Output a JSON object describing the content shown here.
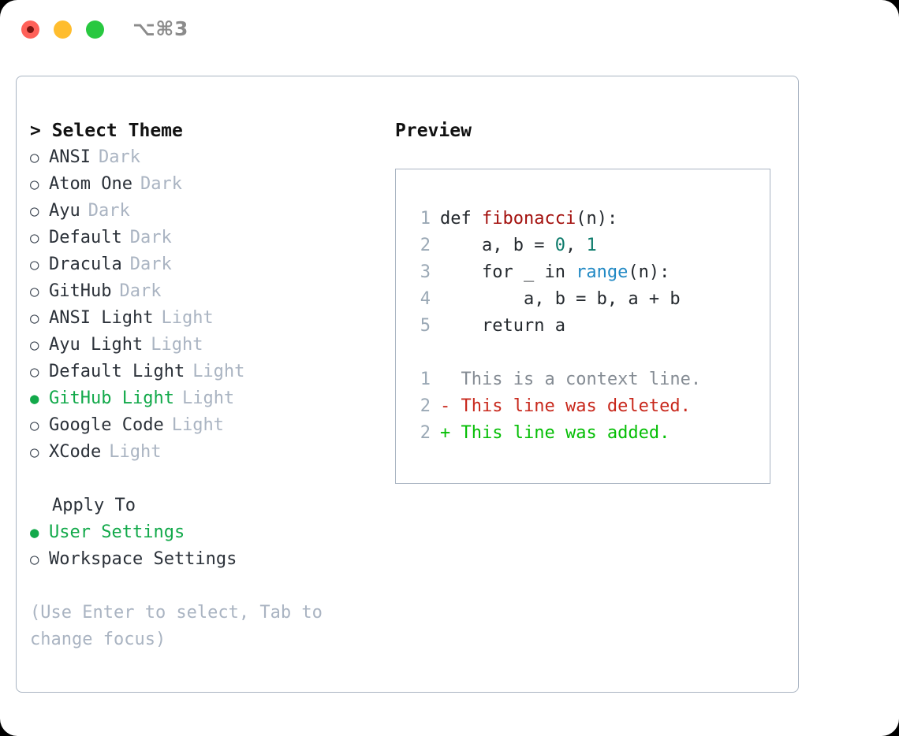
{
  "titlebar": {
    "shortcut": "⌥⌘3",
    "buttons": [
      {
        "name": "close",
        "color": "#ff6159"
      },
      {
        "name": "minimize",
        "color": "#ffbd2e"
      },
      {
        "name": "maximize",
        "color": "#28c840"
      }
    ]
  },
  "theme_picker": {
    "title": "> Select Theme",
    "options": [
      {
        "name": "ANSI",
        "category": "Dark",
        "selected": false
      },
      {
        "name": "Atom One",
        "category": "Dark",
        "selected": false
      },
      {
        "name": "Ayu",
        "category": "Dark",
        "selected": false
      },
      {
        "name": "Default",
        "category": "Dark",
        "selected": false
      },
      {
        "name": "Dracula",
        "category": "Dark",
        "selected": false
      },
      {
        "name": "GitHub",
        "category": "Dark",
        "selected": false
      },
      {
        "name": "ANSI Light",
        "category": "Light",
        "selected": false
      },
      {
        "name": "Ayu Light",
        "category": "Light",
        "selected": false
      },
      {
        "name": "Default Light",
        "category": "Light",
        "selected": false
      },
      {
        "name": "GitHub Light",
        "category": "Light",
        "selected": true
      },
      {
        "name": "Google Code",
        "category": "Light",
        "selected": false
      },
      {
        "name": "XCode",
        "category": "Light",
        "selected": false
      }
    ]
  },
  "apply_to": {
    "title": "Apply To",
    "options": [
      {
        "name": "User Settings",
        "selected": true
      },
      {
        "name": "Workspace Settings",
        "selected": false
      }
    ]
  },
  "hint": "(Use Enter to select, Tab to change focus)",
  "preview": {
    "title": "Preview",
    "code_lines": [
      {
        "no": "1",
        "segments": [
          {
            "t": "def ",
            "c": "code-text"
          },
          {
            "t": "fibonacci",
            "c": "tok-fn"
          },
          {
            "t": "(n):",
            "c": "code-text"
          }
        ]
      },
      {
        "no": "2",
        "segments": [
          {
            "t": "    a, b = ",
            "c": "code-text"
          },
          {
            "t": "0",
            "c": "tok-num"
          },
          {
            "t": ", ",
            "c": "code-text"
          },
          {
            "t": "1",
            "c": "tok-num"
          }
        ]
      },
      {
        "no": "3",
        "segments": [
          {
            "t": "    for _ in ",
            "c": "code-text"
          },
          {
            "t": "range",
            "c": "tok-call"
          },
          {
            "t": "(n):",
            "c": "code-text"
          }
        ]
      },
      {
        "no": "4",
        "segments": [
          {
            "t": "        a, b = b, a + b",
            "c": "code-text"
          }
        ]
      },
      {
        "no": "5",
        "segments": [
          {
            "t": "    return a",
            "c": "code-text"
          }
        ]
      }
    ],
    "diff_lines": [
      {
        "no": "1",
        "marker": "  ",
        "text": "This is a context line.",
        "cls": "diff-ctx"
      },
      {
        "no": "2",
        "marker": "- ",
        "text": "This line was deleted.",
        "cls": "diff-del"
      },
      {
        "no": "2",
        "marker": "+ ",
        "text": "This line was added.",
        "cls": "diff-add"
      }
    ]
  },
  "colors": {
    "accent_selected": "#12a94a",
    "muted": "#aab4c2",
    "border": "#a9b4c2",
    "function": "#a3100d",
    "number": "#0b7a6a",
    "call": "#2189c4",
    "diff_add": "#04be04",
    "diff_del": "#c8281c"
  }
}
